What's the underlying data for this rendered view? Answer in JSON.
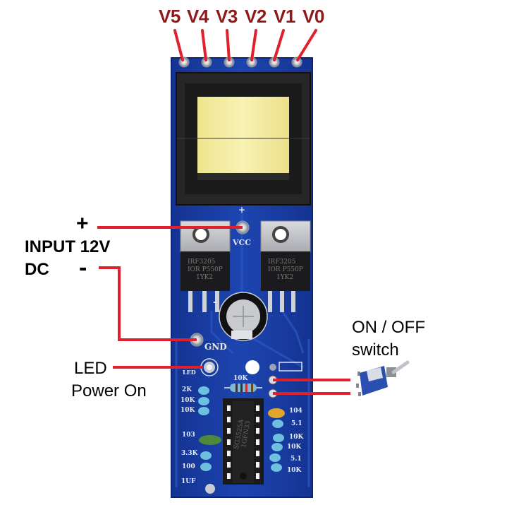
{
  "diagram": {
    "title": "High-voltage inverter board wiring",
    "output_pins": [
      "V5",
      "V4",
      "V3",
      "V2",
      "V1",
      "V0"
    ],
    "input": {
      "plus_symbol": "+",
      "minus_symbol": "-",
      "label_line1": "INPUT 12V",
      "label_line2": "DC"
    },
    "led": {
      "label_line1": "LED",
      "label_line2": "Power On"
    },
    "switch": {
      "label_line1": "ON / OFF",
      "label_line2": "switch"
    },
    "board_silkscreen": {
      "plus": "+",
      "vcc": "VCC",
      "gnd": "GND",
      "led": "LED",
      "r_10k_top": "10K",
      "left_components": [
        "2K",
        "10K",
        "10K",
        "103",
        "3.3K",
        "100",
        "1UF"
      ],
      "right_components": [
        "104",
        "5.1",
        "10K",
        "10K",
        "5.1",
        "10K"
      ],
      "minus": "-"
    },
    "mosfets": [
      {
        "line1": "IRF3205",
        "line2": "IOR P550P",
        "line3": "1YK2"
      },
      {
        "line1": "IRF3205",
        "line2": "IOR P550P",
        "line3": "1YK2"
      }
    ],
    "ic": {
      "line1": "SG3525A",
      "line2": "1GFN33"
    },
    "colors": {
      "pin_label": "#8e1b1b",
      "wire": "#e0202c",
      "pcb": "#1a3d9e",
      "pcb_dark": "#10297a",
      "transformer_core": "#2a2a2a",
      "coil": "#f3ec9a"
    }
  }
}
